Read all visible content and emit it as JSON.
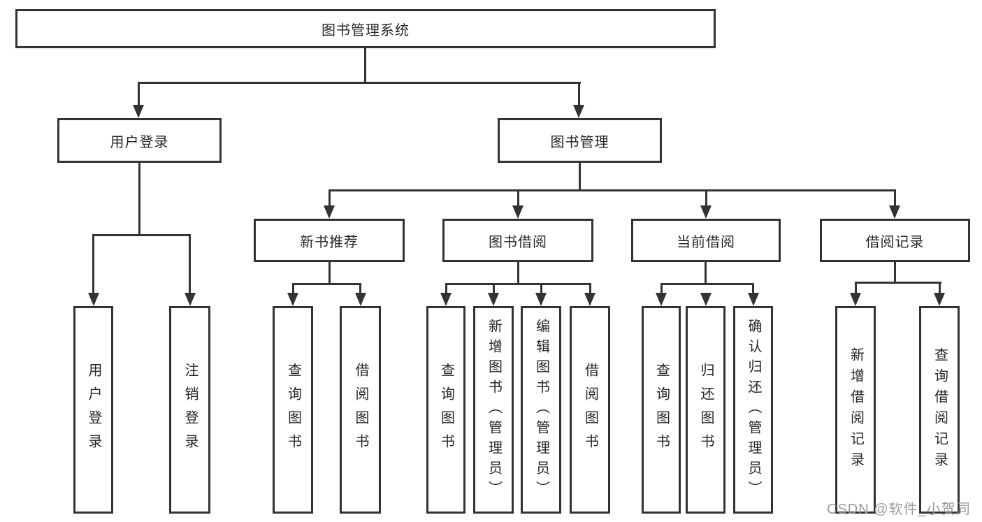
{
  "nodes": {
    "root": "图书管理系统",
    "level2": [
      {
        "label": "用户登录"
      },
      {
        "label": "图书管理"
      }
    ],
    "level3": [
      {
        "label": "新书推荐"
      },
      {
        "label": "图书借阅"
      },
      {
        "label": "当前借阅"
      },
      {
        "label": "借阅记录"
      }
    ],
    "leaves": {
      "user_login": [
        {
          "label": "用户登录"
        },
        {
          "label": "注销登录"
        }
      ],
      "new_book": [
        {
          "label": "查询图书"
        },
        {
          "label": "借阅图书"
        }
      ],
      "book_borrow": [
        {
          "label": "查询图书"
        },
        {
          "label": "新增图书（管理员）"
        },
        {
          "label": "编辑图书（管理员）"
        },
        {
          "label": "借阅图书"
        }
      ],
      "current_borrow": [
        {
          "label": "查询图书"
        },
        {
          "label": "归还图书"
        },
        {
          "label": "确认归还（管理员）"
        }
      ],
      "borrow_records": [
        {
          "label": "新增借阅记录"
        },
        {
          "label": "查询借阅记录"
        }
      ]
    }
  },
  "watermark": "CSDN @软件_小贺同学",
  "colors": {
    "line": "#333333",
    "box_border": "#333333",
    "text": "#262626",
    "background": "#ffffff",
    "watermark": "#9b9b9f"
  }
}
